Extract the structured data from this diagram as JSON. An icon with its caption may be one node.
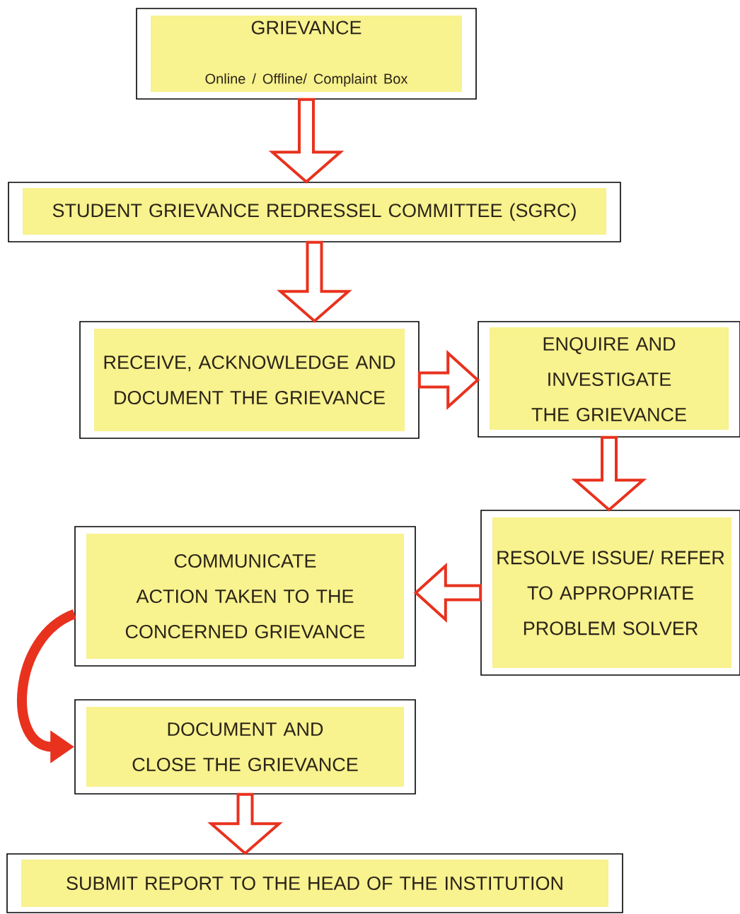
{
  "diagram": {
    "nodes": [
      {
        "text": [
          "GRIEVANCE",
          "Online / Offline/ Complaint Box"
        ]
      },
      {
        "text": [
          "STUDENT GRIEVANCE REDRESSEL COMMITTEE (SGRC)"
        ]
      },
      {
        "text": [
          "RECEIVE, ACKNOWLEDGE AND DOCUMENT THE GRIEVANCE"
        ]
      },
      {
        "text": [
          "ENQUIRE AND INVESTIGATE THE GRIEVANCE"
        ]
      },
      {
        "text": [
          "RESOLVE ISSUE/ REFER TO APPROPRIATE PROBLEM SOLVER"
        ]
      },
      {
        "text": [
          "COMMUNICATE ACTION TAKEN TO THE CONCERNED GRIEVANCE"
        ]
      },
      {
        "text": [
          "DOCUMENT AND CLOSE THE GRIEVANCE"
        ]
      },
      {
        "text": [
          "SUBMIT REPORT TO THE HEAD OF THE INSTITUTION"
        ]
      }
    ],
    "edges": [
      {
        "from": 0,
        "to": 1,
        "arrow": "to"
      },
      {
        "from": 1,
        "to": 2,
        "arrow": "to"
      },
      {
        "from": 2,
        "to": 3,
        "arrow": "to"
      },
      {
        "from": 3,
        "to": 4,
        "arrow": "to"
      },
      {
        "from": 4,
        "to": 5,
        "arrow": "to"
      },
      {
        "from": 5,
        "to": 6,
        "arrow": "to"
      },
      {
        "from": 6,
        "to": 7,
        "arrow": "to"
      }
    ]
  }
}
